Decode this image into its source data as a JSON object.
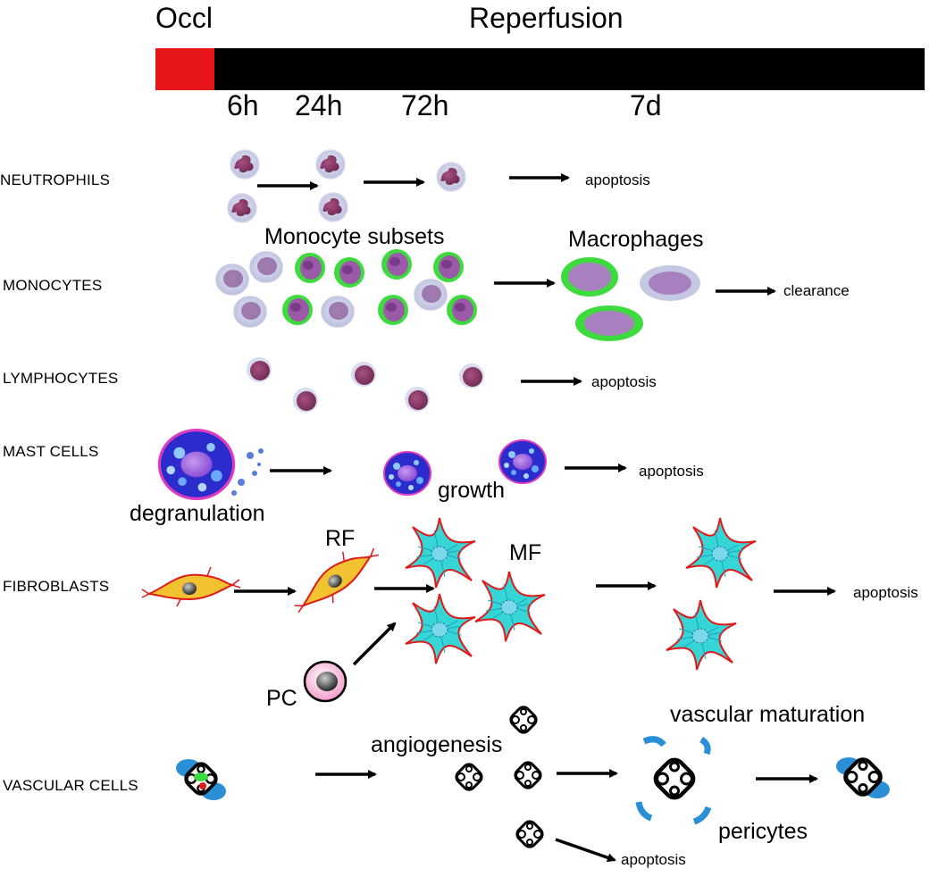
{
  "timeline": {
    "occlusion_label": "Occl",
    "reperfusion_label": "Reperfusion",
    "ticks": [
      "6h",
      "24h",
      "72h",
      "7d"
    ],
    "colors": {
      "occlusion": "#e8161a",
      "reperfusion": "#000000"
    }
  },
  "rows": {
    "neutrophils": {
      "label": "NEUTROPHILS",
      "outcome": "apoptosis"
    },
    "monocytes": {
      "label": "MONOCYTES",
      "subsets": "Monocyte subsets",
      "macrophages": "Macrophages",
      "outcome": "clearance"
    },
    "lymphocytes": {
      "label": "LYMPHOCYTES",
      "outcome": "apoptosis"
    },
    "mast_cells": {
      "label": "MAST CELLS",
      "degranulation": "degranulation",
      "growth": "growth",
      "outcome": "apoptosis"
    },
    "fibroblasts": {
      "label": "FIBROBLASTS",
      "rf": "RF",
      "mf": "MF",
      "pc": "PC",
      "outcome": "apoptosis"
    },
    "vascular": {
      "label": "VASCULAR CELLS",
      "angiogenesis": "angiogenesis",
      "maturation": "vascular maturation",
      "pericytes": "pericytes",
      "outcome": "apoptosis"
    }
  },
  "colors": {
    "neutrophil_nucleus": "#8a3a6a",
    "cell_membrane": "#c9c9e6",
    "monocyte_green": "#3ddb3d",
    "lymphocyte_nucleus": "#6e2a52",
    "mast_granules": "#2c2ccc",
    "mast_nucleus": "#9a55dd",
    "fibroblast_yellow": "#f3c230",
    "fibroblast_red": "#e01a1a",
    "myofibroblast_cyan": "#36d6d6",
    "pc_pink": "#e66aa8",
    "vascular_blue": "#2a8fd6"
  }
}
